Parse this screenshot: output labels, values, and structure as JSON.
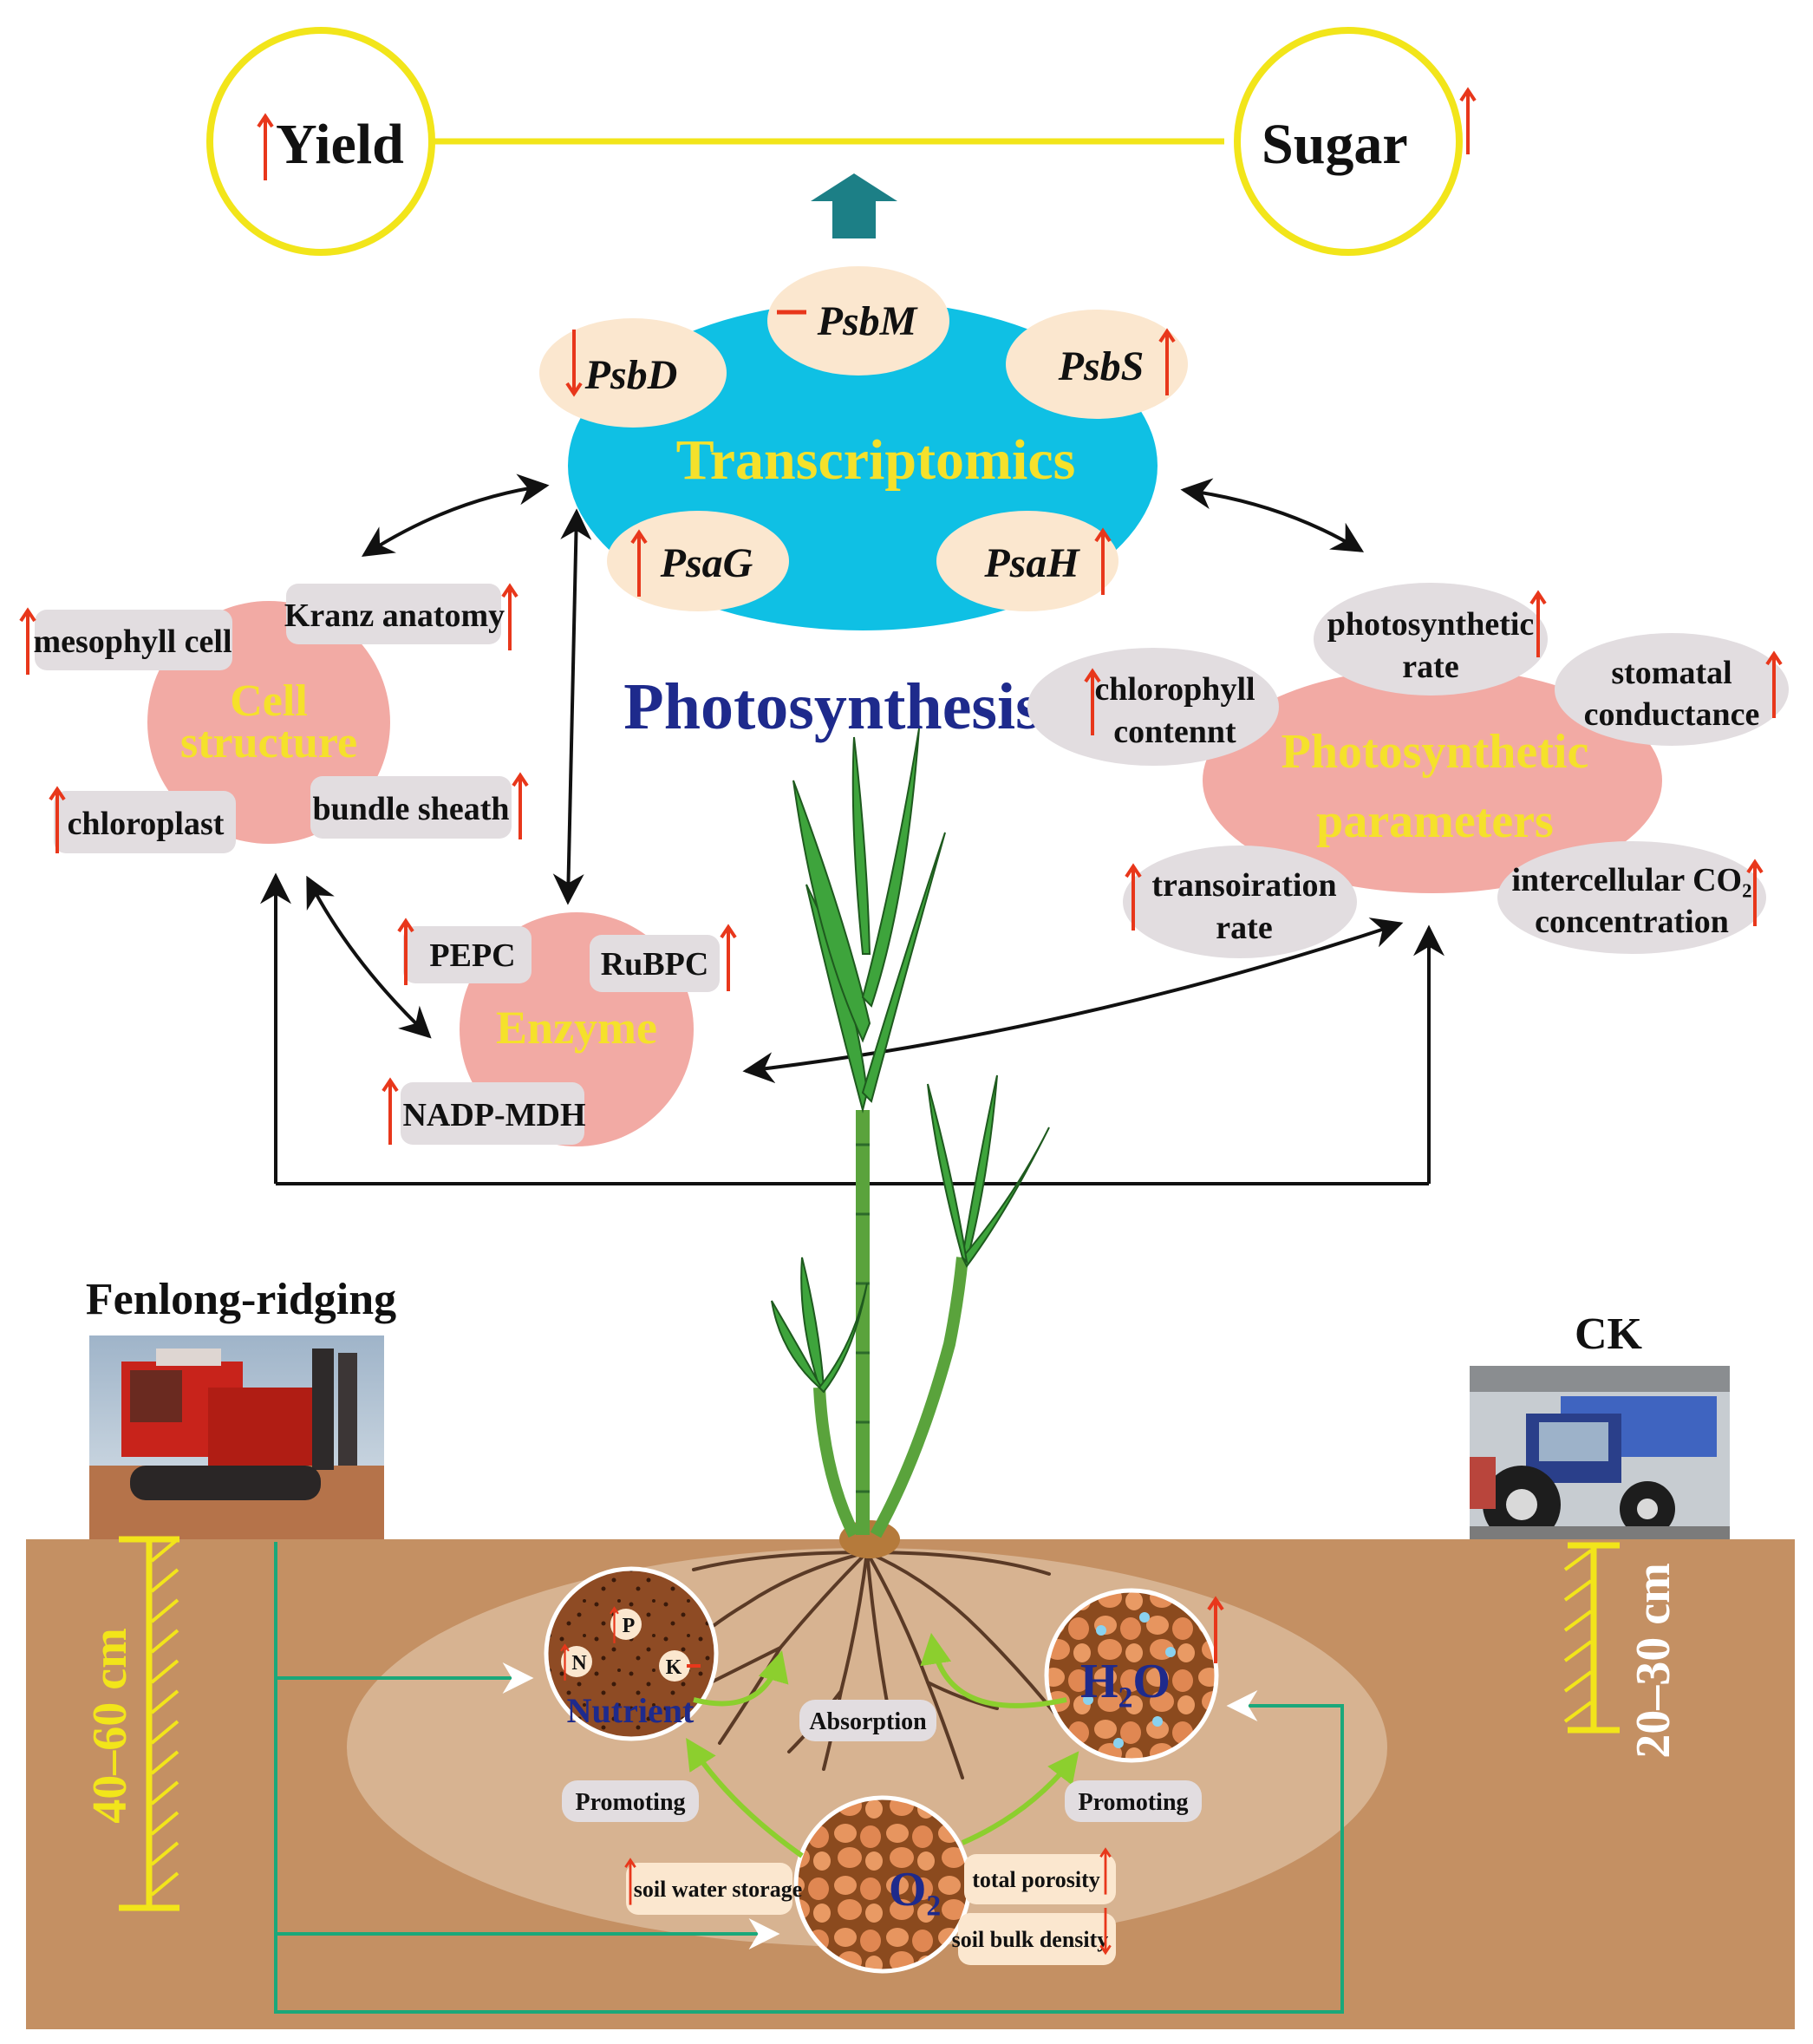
{
  "outcomes": {
    "yield": "Yield",
    "sugar": "Sugar"
  },
  "transcriptomics": {
    "title": "Transcriptomics",
    "genes": {
      "psbM": "PsbM",
      "psbD": "PsbD",
      "psbS": "PsbS",
      "psaG": "PsaG",
      "psaH": "PsaH"
    }
  },
  "photosynthesis_title": "Photosynthesis",
  "cell_structure": {
    "title_line1": "Cell",
    "title_line2": "structure",
    "items": {
      "mesophyll": "mesophyll cell",
      "kranz": "Kranz anatomy",
      "chloroplast": "chloroplast",
      "bundle": "bundle sheath"
    }
  },
  "enzyme": {
    "title": "Enzyme",
    "items": {
      "pepc": "PEPC",
      "rubpc": "RuBPC",
      "nadp": "NADP-MDH"
    }
  },
  "photo_params": {
    "title_line1": "Photosynthetic",
    "title_line2": "parameters",
    "items": {
      "photo_rate_1": "photosynthetic",
      "photo_rate_2": "rate",
      "chloro_1": "chlorophyll",
      "chloro_2": "contennt",
      "stomatal_1": "stomatal",
      "stomatal_2": "conductance",
      "transp_1": "transoiration",
      "transp_2": "rate",
      "interco2_1": "intercellular CO₂",
      "interco2_2": "concentration"
    }
  },
  "tillage": {
    "fenlong_label": "Fenlong-ridging",
    "fenlong_depth": "40–60 cm",
    "ck_label": "CK",
    "ck_depth": "20–30 cm"
  },
  "soil": {
    "nutrient": "Nutrient",
    "n": "N",
    "p": "P",
    "k": "K",
    "water": "H₂O",
    "oxygen": "O₂",
    "absorption": "Absorption",
    "promoting_left": "Promoting",
    "promoting_right": "Promoting",
    "soil_water": "soil water storage",
    "total_porosity": "total porosity",
    "bulk_density": "soil bulk density"
  },
  "colors": {
    "outcome_circle": "#f2e51a",
    "transcriptomics_fill": "#0fc0e4",
    "title_yellow": "#f5e12b",
    "gene_fill": "#fbe7cf",
    "pink_fill": "#f2aaa4",
    "label_fill": "#e2dde0",
    "photosynthesis_text": "#1e2a8c",
    "up_arrow": "#e8371b",
    "soil": "#c49063",
    "teal_arrow": "#1c7f86",
    "green_link": "#1aa87a",
    "leaf_green": "#3ea43c"
  }
}
